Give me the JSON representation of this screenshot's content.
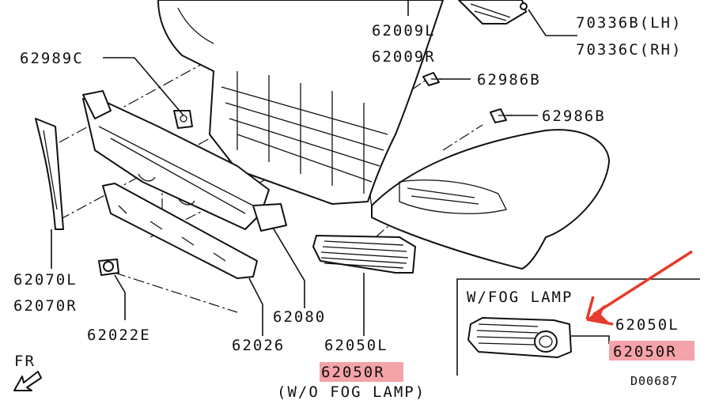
{
  "labels": {
    "p62009L": "62009L",
    "p62009R": "62009R",
    "p70336B": "70336B(LH)",
    "p70336C": "70336C(RH)",
    "p62989C": "62989C",
    "p62986B_1": "62986B",
    "p62986B_2": "62986B",
    "p62070L": "62070L",
    "p62070R": "62070R",
    "p62022E": "62022E",
    "p62080": "62080",
    "p62026": "62026",
    "p62050L_main": "62050L",
    "p62050R_main": "62050R",
    "wo_fog_caption": "(W/O FOG LAMP)",
    "fr_indicator": "FR",
    "wfog_title": "W/FOG LAMP",
    "p62050L_inset": "62050L",
    "p62050R_inset": "62050R",
    "diagram_code": "D00687"
  },
  "colors": {
    "highlight": "#f4a3a8",
    "arrow": "#e53b2c",
    "line": "#111111"
  },
  "highlighted_parts": [
    "62050R"
  ]
}
